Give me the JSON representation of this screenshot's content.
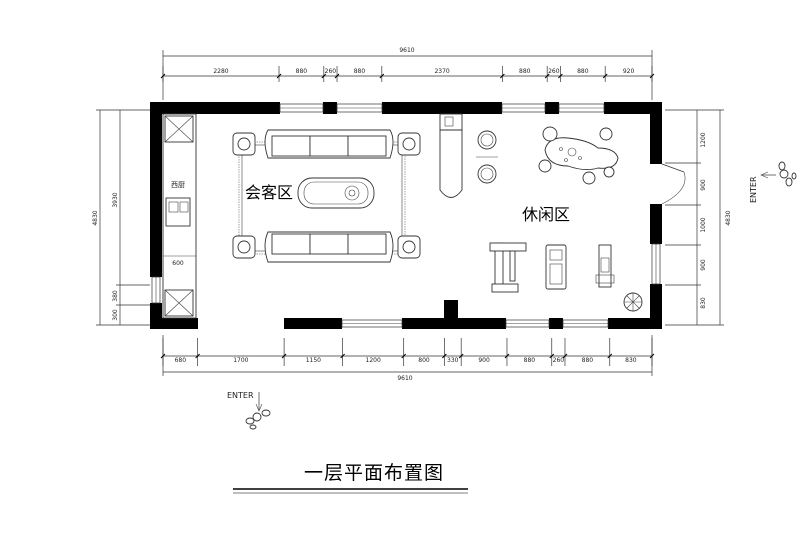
{
  "title": "一层平面布置图",
  "rooms": {
    "living": "会客区",
    "leisure": "休闲区",
    "kitchen": "西厨"
  },
  "entrances": {
    "bottom_left": "ENTER",
    "right": "ENTER"
  },
  "dimensions": {
    "top_total": "9610",
    "top_segments": [
      "2280",
      "880",
      "260",
      "880",
      "2370",
      "880",
      "260",
      "880",
      "920"
    ],
    "bottom_total": "9610",
    "bottom_segments": [
      "680",
      "1700",
      "1150",
      "1200",
      "800",
      "330",
      "900",
      "880",
      "260",
      "880",
      "830"
    ],
    "left_total": "4830",
    "left_segments": [
      "3930",
      "380",
      "300"
    ],
    "left_inner": "600",
    "right_total": "4830",
    "right_segments": [
      "1200",
      "900",
      "1000",
      "900",
      "830"
    ]
  }
}
